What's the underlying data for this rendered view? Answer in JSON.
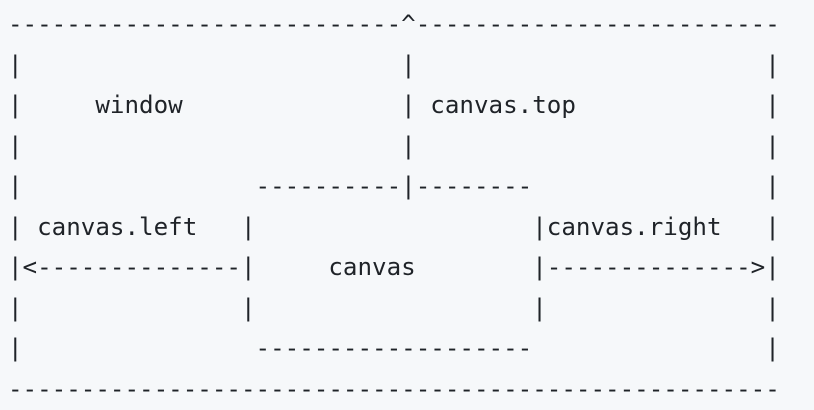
{
  "diagram": {
    "lines": [
      "---------------------------^-------------------------",
      "|                          |                        |",
      "|     window               | canvas.top             |",
      "|                          |                        |",
      "|                ----------|--------                |",
      "| canvas.left   |                   |canvas.right   |",
      "|<--------------|     canvas        |-------------->|",
      "|               |                   |               |",
      "|                -------------------                |",
      "-----------------------------------------------------"
    ]
  }
}
